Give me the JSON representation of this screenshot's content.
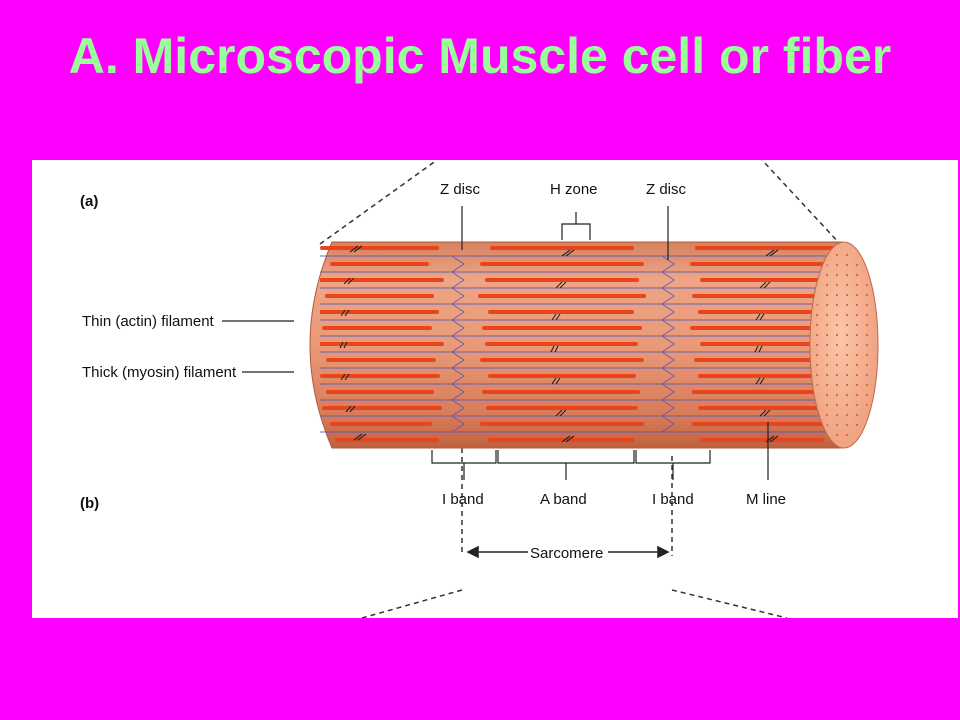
{
  "slide": {
    "title": "A. Microscopic Muscle cell or fiber",
    "background": "#ff00ff",
    "title_color": "#99ff99"
  },
  "figure": {
    "panel_a_label": "(a)",
    "panel_b_label": "(b)",
    "labels": {
      "z_disc_left": "Z disc",
      "h_zone": "H zone",
      "z_disc_right": "Z disc",
      "thin_filament": "Thin (actin) filament",
      "thick_filament": "Thick (myosin) filament",
      "i_band_left": "I band",
      "a_band": "A band",
      "i_band_right": "I band",
      "m_line": "M line",
      "sarcomere": "Sarcomere"
    },
    "colors": {
      "fiber_body": "#e89a78",
      "fiber_shadow": "#c9674a",
      "fiber_end": "#f6b89a",
      "thick_filament": "#e8441e",
      "thin_filament": "#5a5ab0",
      "dots": "#e0603a"
    }
  }
}
